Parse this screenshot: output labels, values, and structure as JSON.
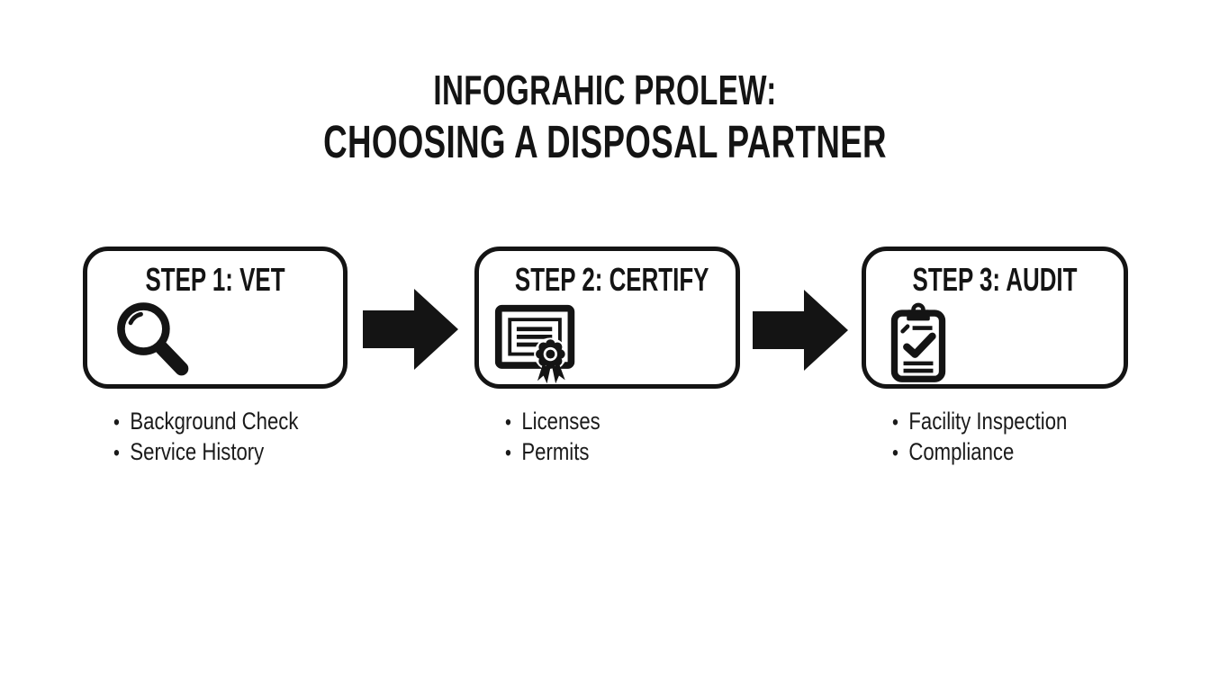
{
  "page": {
    "background": "#ffffff",
    "ink": "#141414"
  },
  "title": {
    "line1": "INFOGRAHIC PROLEW:",
    "line2": "CHOOSING A DISPOSAL PARTNER"
  },
  "bullet_glyph": "•",
  "steps": [
    {
      "heading": "STEP 1: VET",
      "icon": "magnifier-icon",
      "bullets": [
        "Background Check",
        "Service History"
      ]
    },
    {
      "heading": "STEP 2: CERTIFY",
      "icon": "certificate-icon",
      "bullets": [
        "Licenses",
        "Permits"
      ]
    },
    {
      "heading": "STEP 3: AUDIT",
      "icon": "clipboard-check-icon",
      "bullets": [
        "Facility Inspection",
        "Compliance"
      ]
    }
  ],
  "connectors": [
    {
      "icon": "arrow-right-icon"
    },
    {
      "icon": "arrow-right-icon"
    }
  ]
}
